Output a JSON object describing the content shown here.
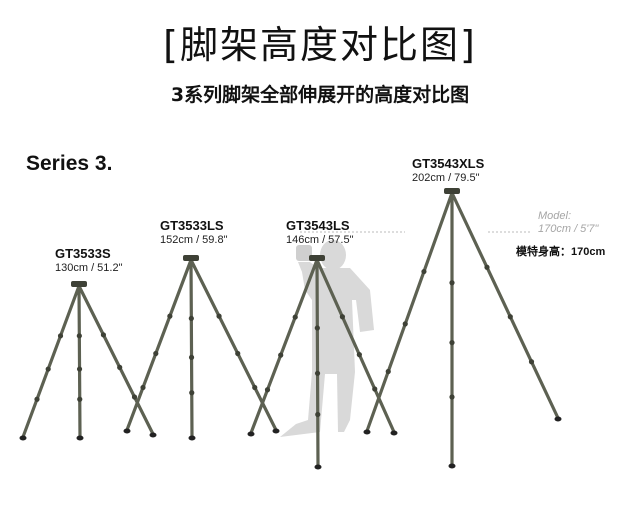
{
  "title": "[脚架高度对比图]",
  "subtitle": "3系列脚架全部伸展开的高度对比图",
  "series_label": "Series 3.",
  "tripods": [
    {
      "model": "GT3533S",
      "height": "130cm / 51.2\""
    },
    {
      "model": "GT3533LS",
      "height": "152cm / 59.8\""
    },
    {
      "model": "GT3543LS",
      "height": "146cm / 57.5\""
    },
    {
      "model": "GT3543XLS",
      "height": "202cm / 79.5\""
    }
  ],
  "model_note": {
    "label": "Model:",
    "height": "170cm / 5'7\"",
    "chinese": "模特身高：170cm"
  },
  "colors": {
    "leg": "#5d6152",
    "leg_dark": "#3e4136",
    "silhouette": "#d9d9d9",
    "note_gray": "#a6a6a6"
  }
}
